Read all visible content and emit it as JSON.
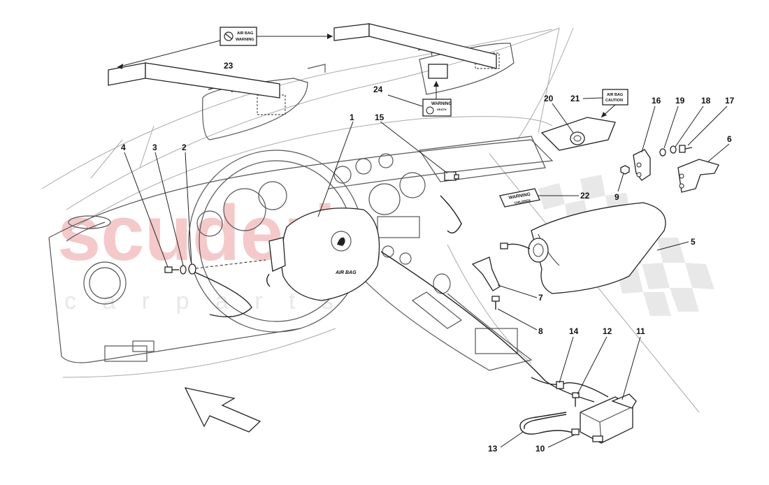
{
  "watermark": {
    "brand": "scuderia",
    "sub": "c a r   p a r t s"
  },
  "labels": {
    "airbag_warning_sticker": {
      "line1": "AIR BAG",
      "line2": "WARNING"
    },
    "airbag_caution_sticker": {
      "line1": "AIR BAG",
      "line2": "CAUTION"
    },
    "warning_sticker_24": {
      "line1": "WARNING",
      "line2": "DEATH"
    },
    "warning_children_22": {
      "line1": "WARNING",
      "line2": "CHILDREN"
    },
    "steering_hub": "AIR BAG"
  },
  "callouts": [
    "1",
    "2",
    "3",
    "4",
    "5",
    "6",
    "7",
    "8",
    "9",
    "10",
    "11",
    "12",
    "13",
    "14",
    "15",
    "16",
    "17",
    "18",
    "19",
    "20",
    "21",
    "22",
    "23",
    "24"
  ],
  "colors": {
    "watermark": "#f2b8b8",
    "ink": "#222222",
    "background": "#ffffff"
  }
}
